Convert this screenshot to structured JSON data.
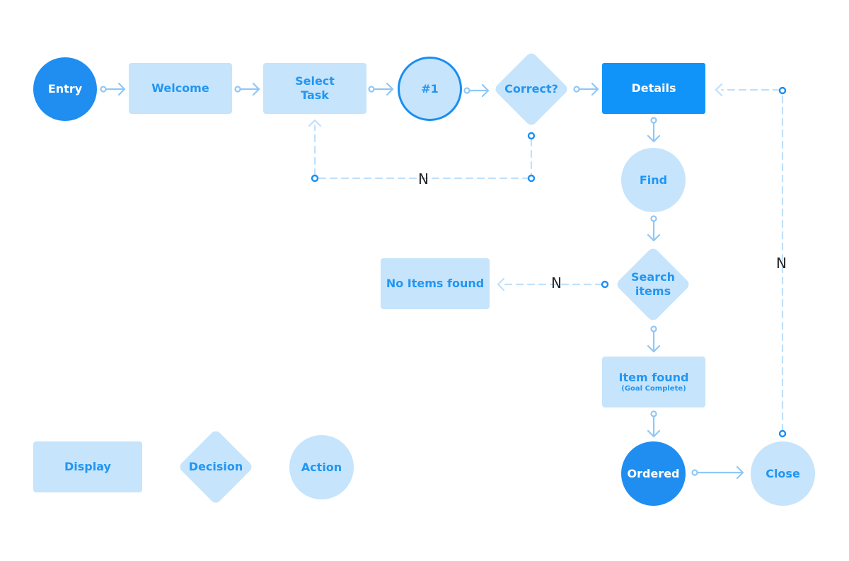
{
  "nodes": {
    "entry": "Entry",
    "welcome": "Welcome",
    "select_task": "Select\nTask",
    "step_1": "#1",
    "correct": "Correct?",
    "details": "Details",
    "find": "Find",
    "search_items": "Search\nitems",
    "no_items_found": "No Items found",
    "item_found": "Item found",
    "item_found_note": "(Goal Complete)",
    "ordered": "Ordered",
    "close": "Close"
  },
  "edge_labels": {
    "correct_no": "N",
    "search_no": "N",
    "close_no": "N"
  },
  "legend": {
    "display": "Display",
    "decision": "Decision",
    "action": "Action"
  },
  "colors": {
    "light_fill": "#c6e4fb",
    "accent": "#1194fa",
    "text_accent": "#2196f3",
    "connector": "#8fc7f7",
    "dashed": "#bfe0fb",
    "dot": "#1a8ef2"
  }
}
